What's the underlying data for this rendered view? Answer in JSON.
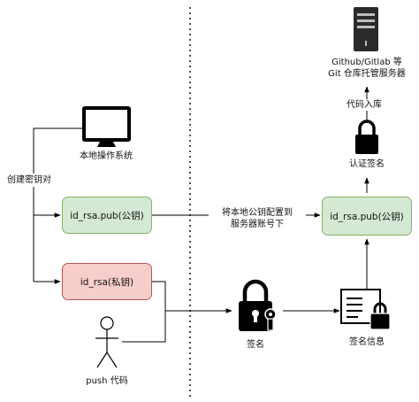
{
  "nodes": {
    "git_server": {
      "line1": "Github/Gitlab 等",
      "line2": "Git 仓库托管服务器"
    },
    "local_os": {
      "label": "本地操作系统"
    },
    "pubkey_local": {
      "label": "id_rsa.pub(公钥)"
    },
    "privkey": {
      "label": "id_rsa(私钥)"
    },
    "pubkey_server": {
      "label": "id_rsa.pub(公钥)"
    },
    "user": {
      "label": "push 代码"
    },
    "sign": {
      "label": "签名"
    },
    "sign_info": {
      "label": "签名信息"
    },
    "verify": {
      "label": "认证签名"
    }
  },
  "edges": {
    "create_keys": "创建密钥对",
    "configure_pubkey": {
      "line1": "将本地公钥配置到",
      "line2": "服务器账号下"
    },
    "push_code": "代码入库"
  },
  "colors": {
    "pubkey_fill": "#d5e8d4",
    "pubkey_border": "#82b366",
    "privkey_fill": "#f8cecc",
    "privkey_border": "#b85450"
  }
}
